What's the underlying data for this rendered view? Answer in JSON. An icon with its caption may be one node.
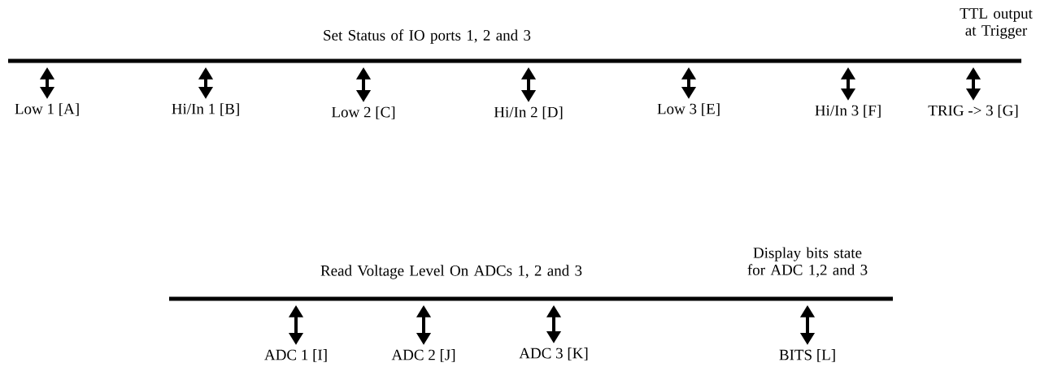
{
  "diagram": {
    "nodes": [
      {
        "text": [],
        "shape": "bar"
      },
      {
        "text": [
          "Low 1 [A]"
        ]
      },
      {
        "text": [
          "Hi/In 1 [B]"
        ]
      },
      {
        "text": [
          "Low 2 [C]"
        ]
      },
      {
        "text": [
          "Hi/In 2 [D]"
        ]
      },
      {
        "text": [
          "Low 3 [E]"
        ]
      },
      {
        "text": [
          "Hi/In 3 [F]"
        ]
      },
      {
        "text": [
          "TRIG -> 3 [G]"
        ]
      },
      {
        "text": [],
        "shape": "bar"
      },
      {
        "text": [
          "ADC 1 [I]"
        ]
      },
      {
        "text": [
          "ADC 2 [J]"
        ]
      },
      {
        "text": [
          "ADC 3 [K]"
        ]
      },
      {
        "text": [
          "BITS [L]"
        ]
      }
    ],
    "edges": [
      {
        "from": 0,
        "to": 1,
        "arrow": "both"
      },
      {
        "from": 0,
        "to": 2,
        "arrow": "both"
      },
      {
        "from": 0,
        "to": 3,
        "arrow": "both"
      },
      {
        "from": 0,
        "to": 4,
        "arrow": "both"
      },
      {
        "from": 0,
        "to": 5,
        "arrow": "both"
      },
      {
        "from": 0,
        "to": 6,
        "arrow": "both"
      },
      {
        "from": 0,
        "to": 7,
        "arrow": "both"
      },
      {
        "from": 8,
        "to": 9,
        "arrow": "both"
      },
      {
        "from": 8,
        "to": 10,
        "arrow": "both"
      },
      {
        "from": 8,
        "to": 11,
        "arrow": "both"
      },
      {
        "from": 8,
        "to": 12,
        "arrow": "both"
      }
    ],
    "labels": [
      "TTL output at Trigger",
      "Set Status of IO ports 1, 2 and 3",
      "Display bits state for ADC 1,2 and 3",
      "Read Voltage Level On ADCs 1, 2 and 3"
    ]
  }
}
